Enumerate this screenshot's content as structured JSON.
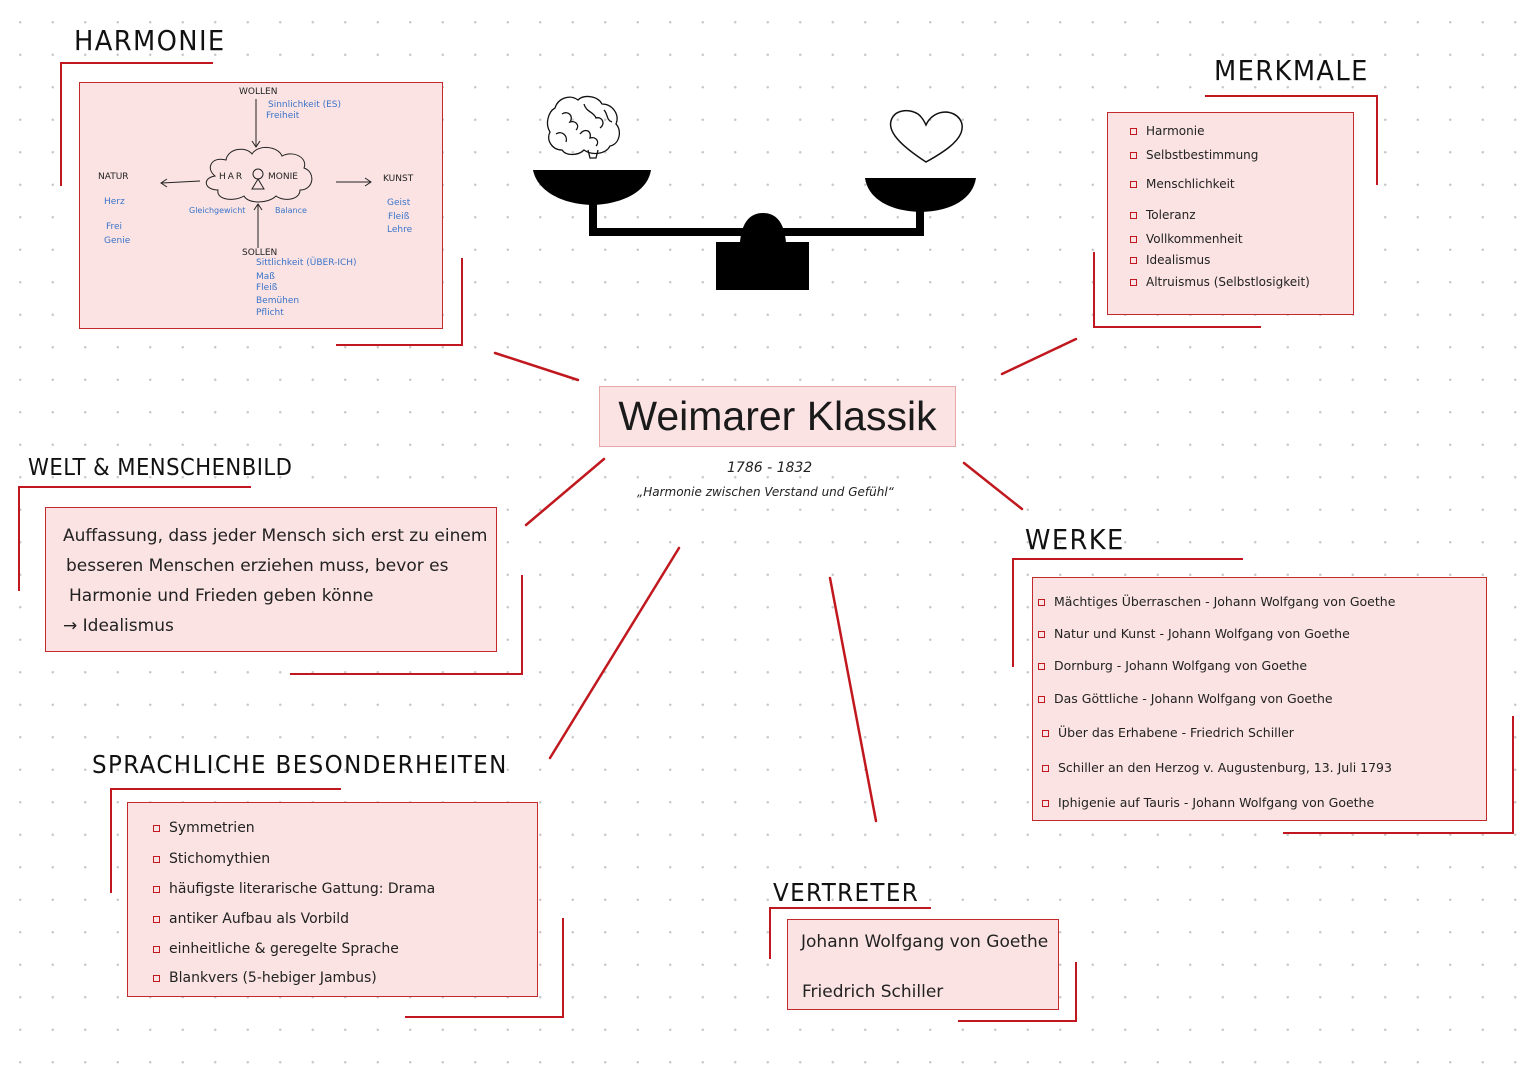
{
  "title": "Weimarer Klassik",
  "period": "1786 - 1832",
  "motto": "„Harmonie zwischen Verstand und Gefühl“",
  "harmonie": {
    "heading": "HARMONIE",
    "wollen": "WOLLEN",
    "wollen_items": [
      "Sinnlichkeit (ES)",
      "Freiheit"
    ],
    "center_left": "HAR",
    "center_right": "MONIE",
    "natur": "NATUR",
    "natur_items": [
      "Herz",
      "Frei",
      "Genie"
    ],
    "kunst": "KUNST",
    "kunst_items": [
      "Geist",
      "Fleiß",
      "Lehre"
    ],
    "gleichgewicht": "Gleichgewicht",
    "balance": "Balance",
    "sollen": "SOLLEN",
    "sollen_items": [
      "Sittlichkeit (ÜBER-ICH)",
      "Maß",
      "Fleiß",
      "Bemühen",
      "Pflicht"
    ]
  },
  "merkmale": {
    "heading": "MERKMALE",
    "items": [
      "Harmonie",
      "Selbstbestimmung",
      "Menschlichkeit",
      "Toleranz",
      "Vollkommenheit",
      "Idealismus",
      "Altruismus (Selbstlosigkeit)"
    ]
  },
  "welt": {
    "heading": "WELT & MENSCHENBILD",
    "lines": [
      "Auffassung, dass jeder Mensch sich erst zu einem",
      "besseren Menschen erziehen muss, bevor es",
      "Harmonie und Frieden geben könne",
      "→ Idealismus"
    ]
  },
  "werke": {
    "heading": "WERKE",
    "items": [
      "Mächtiges Überraschen - Johann Wolfgang von Goethe",
      "Natur und Kunst - Johann Wolfgang von Goethe",
      "Dornburg - Johann Wolfgang von Goethe",
      "Das Göttliche - Johann Wolfgang von Goethe",
      "Über das Erhabene - Friedrich Schiller",
      "Schiller an den Herzog v. Augustenburg, 13. Juli 1793",
      "Iphigenie auf Tauris - Johann Wolfgang von Goethe"
    ]
  },
  "sprache": {
    "heading": "SPRACHLICHE BESONDERHEITEN",
    "items": [
      "Symmetrien",
      "Stichomythien",
      "häufigste literarische Gattung: Drama",
      "antiker Aufbau als Vorbild",
      "einheitliche & geregelte Sprache",
      "Blankvers (5-hebiger Jambus)"
    ]
  },
  "vertreter": {
    "heading": "VERTRETER",
    "items": [
      "Johann Wolfgang von Goethe",
      "Friedrich Schiller"
    ]
  },
  "icons": [
    "brain-icon",
    "heart-icon",
    "balance-scale-icon"
  ],
  "colors": {
    "accent": "#c0181e",
    "box_fill": "#fbe3e3",
    "blue_text": "#3a74c9"
  }
}
